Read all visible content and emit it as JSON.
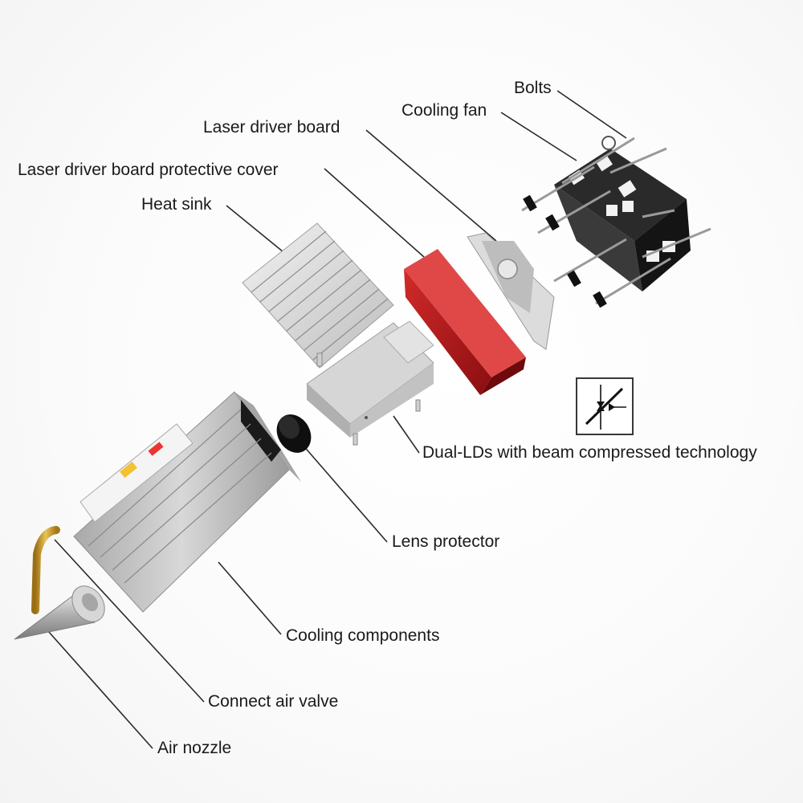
{
  "labels": {
    "bolts": "Bolts",
    "cooling_fan": "Cooling fan",
    "laser_driver_board": "Laser driver board",
    "laser_driver_board_cover": "Laser driver board protective cover",
    "heat_sink": "Heat sink",
    "dual_lds": "Dual-LDs with beam compressed technology",
    "lens_protector": "Lens protector",
    "cooling_components": "Cooling components",
    "connect_air_valve": "Connect air valve",
    "air_nozzle": "Air nozzle"
  },
  "colors": {
    "leader_line": "#2a2a2a",
    "aluminum": "#c9c9c9",
    "cover_red": "#b5161b",
    "fan_black": "#1b1b1b",
    "brass": "#c79a2a"
  }
}
